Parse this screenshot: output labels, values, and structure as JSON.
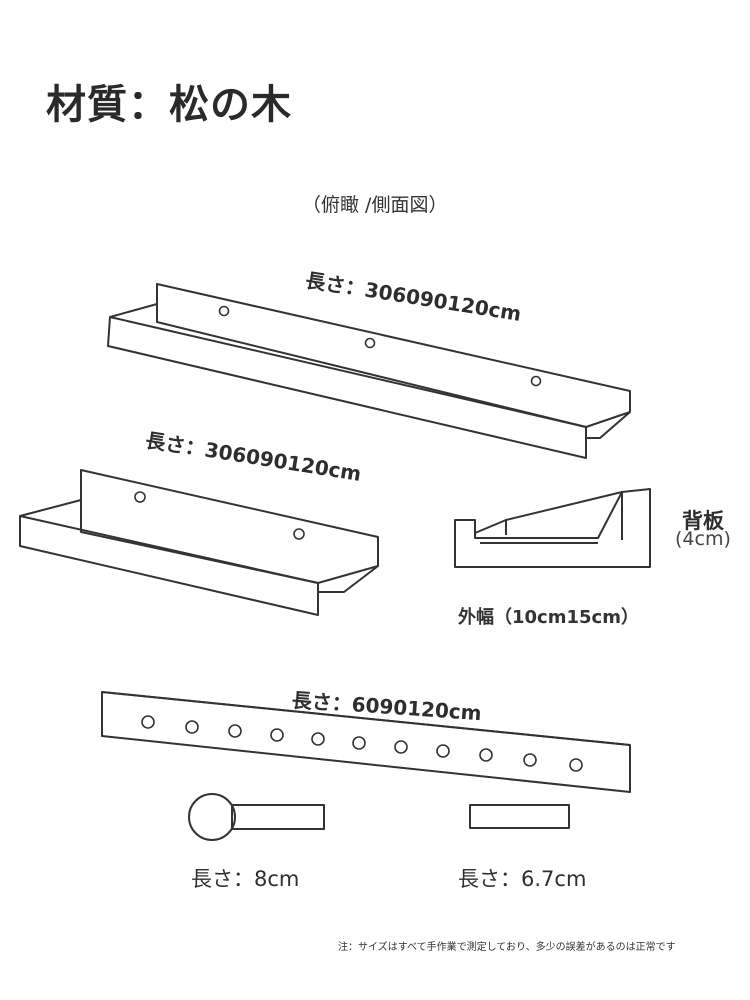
{
  "title": "材質：松の木",
  "view_caption": "（俯瞰 /側面図）",
  "dimensions": {
    "long_shelf_length": "長さ：306090120cm",
    "short_shelf_length": "長さ：306090120cm",
    "rail_length": "長さ：6090120cm",
    "back_panel_label": "背板",
    "back_panel_height": "(4cm)",
    "outer_width": "外幅（10cm15cm）",
    "hook_length": "長さ：8cm",
    "bar_length": "長さ：6.7cm"
  },
  "note": "注：サイズはすべて手作業で測定しており、多少の誤差があるのは正常です",
  "colors": {
    "line": "#333333",
    "text": "#2b2b2b",
    "background": "#ffffff"
  }
}
